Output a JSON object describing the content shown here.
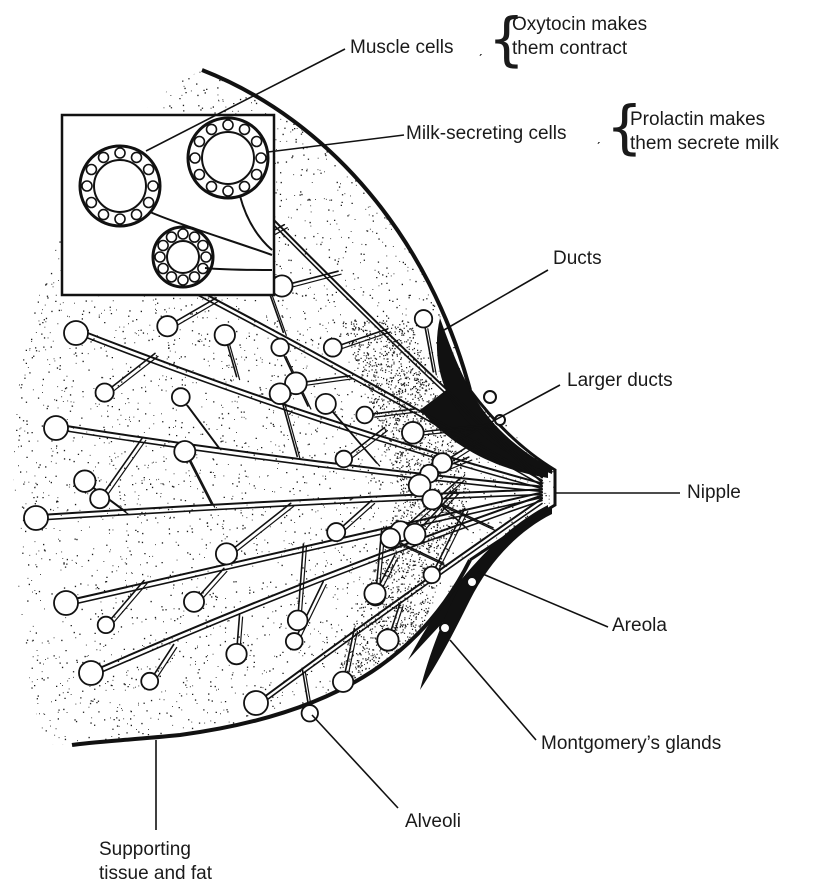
{
  "labels": {
    "muscle_cells": "Muscle cells",
    "oxytocin_1": "Oxytocin makes",
    "oxytocin_2": "them contract",
    "milk_secreting": "Milk-secreting cells",
    "prolactin_1": "Prolactin makes",
    "prolactin_2": "them secrete milk",
    "ducts": "Ducts",
    "larger_ducts": "Larger ducts",
    "nipple": "Nipple",
    "areola": "Areola",
    "montgomery": "Montgomery’s glands",
    "alveoli": "Alveoli",
    "supporting_1": "Supporting",
    "supporting_2": "tissue and fat"
  },
  "colors": {
    "ink": "#111111",
    "paper": "#ffffff"
  }
}
